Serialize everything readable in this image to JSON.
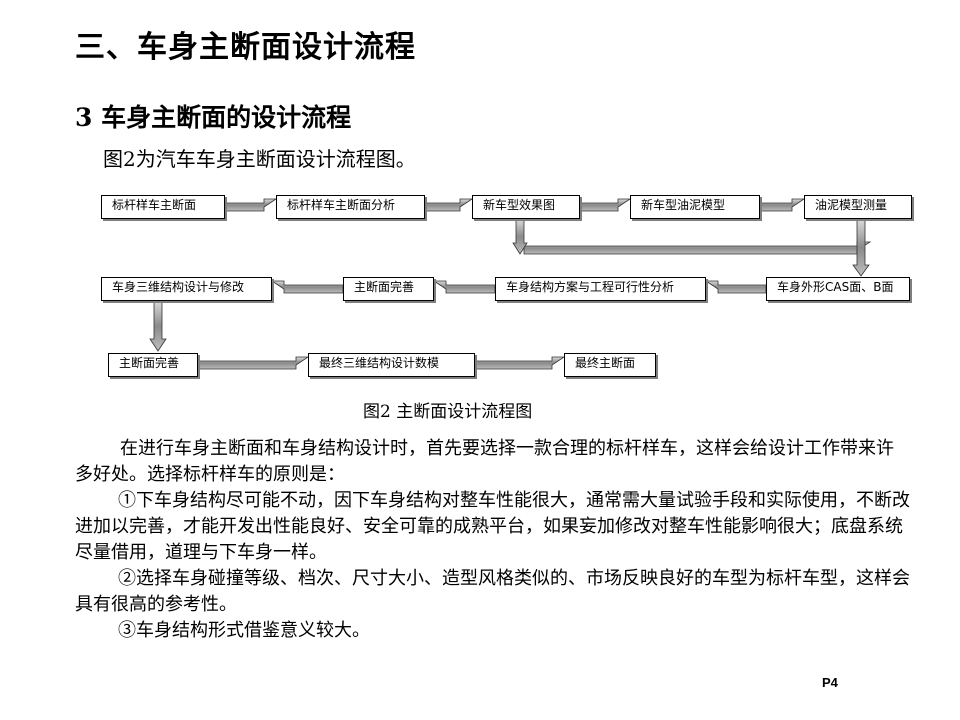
{
  "page": {
    "title": "三、车身主断面设计流程",
    "subtitle": "3  车身主断面的设计流程",
    "intro": "图2为汽车车身主断面设计流程图。",
    "page_number": "P4"
  },
  "flowchart": {
    "row1": [
      "标杆样车主断面",
      "标杆样车主断面分析",
      "新车型效果图",
      "新车型油泥模型",
      "油泥模型测量"
    ],
    "row2": [
      "车身三维结构设计与修改",
      "主断面完善",
      "车身结构方案与工程可行性分析",
      "车身外形CAS面、B面"
    ],
    "row3": [
      "主断面完善",
      "最终三维结构设计数模",
      "最终主断面"
    ],
    "caption": "图2 主断面设计流程图"
  },
  "body": {
    "p1": "在进行车身主断面和车身结构设计时，首先要选择一款合理的标杆样车，这样会给设计工作带来许多好处。选择标杆样车的原则是：",
    "p2": "①下车身结构尽可能不动，因下车身结构对整车性能很大，通常需大量试验手段和实际使用，不断改进加以完善，才能开发出性能良好、安全可靠的成熟平台，如果妄加修改对整车性能影响很大；底盘系统尽量借用，道理与下车身一样。",
    "p3": "②选择车身碰撞等级、档次、尺寸大小、造型风格类似的、市场反映良好的车型为标杆车型，这样会具有很高的参考性。",
    "p4": "③车身结构形式借鉴意义较大。"
  }
}
